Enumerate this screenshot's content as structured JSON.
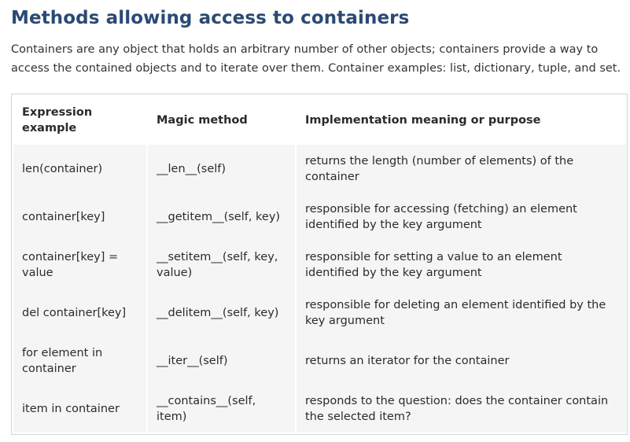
{
  "title": "Methods allowing access to containers",
  "intro": "Containers are any object that holds an arbitrary number of other objects; containers provide a way to access the contained objects and to iterate over them. Container examples: list, dictionary, tuple, and set.",
  "table": {
    "headers": [
      "Expression example",
      "Magic method",
      "Implementation meaning or purpose"
    ],
    "rows": [
      [
        "len(container)",
        "__len__(self)",
        "returns the length (number of elements) of the container"
      ],
      [
        "container[key]",
        "__getitem__(self, key)",
        "responsible for accessing (fetching) an element identified by the key argument"
      ],
      [
        "container[key] = value",
        "__setitem__(self, key, value)",
        "responsible for setting a value to an element identified by the key argument"
      ],
      [
        "del container[key]",
        "__delitem__(self, key)",
        "responsible for deleting an element identified by the key argument"
      ],
      [
        "for element in container",
        "__iter__(self)",
        "returns an iterator for the container"
      ],
      [
        "item in container",
        "__contains__(self, item)",
        "responds to the question: does the container contain the selected item?"
      ]
    ]
  }
}
